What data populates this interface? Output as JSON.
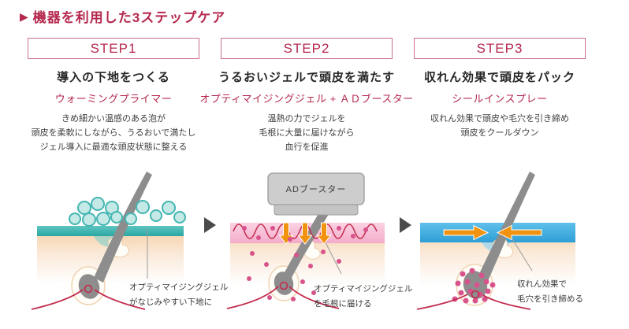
{
  "header": {
    "bullet": "▶",
    "title": "機器を利用した3ステップケア"
  },
  "steps": [
    {
      "badge": "STEP1",
      "title": "導入の下地をつくる",
      "product": "ウォーミングプライマー",
      "description": [
        "きめ細かい温感のある泡が",
        "頭皮を柔軟にしながら、うるおいで満たし",
        "ジェル導入に最適な頭皮状態に整える"
      ],
      "annotation": [
        "オプティマイジングジェル",
        "がなじみやすい下地に"
      ]
    },
    {
      "badge": "STEP2",
      "title": "うるおいジェルで頭皮を満たす",
      "product": "オプティマイジングジェル + ＡＤブースター",
      "description": [
        "温熱の力でジェルを",
        "毛根に大量に届けながら",
        "血行を促進"
      ],
      "device_label": "ADブースター",
      "annotation": [
        "オプティマイジングジェル",
        "を毛根に届ける"
      ]
    },
    {
      "badge": "STEP3",
      "title": "収れん効果で頭皮をパック",
      "product": "シールインスプレー",
      "description": [
        "収れん効果で頭皮や毛穴を引き締め",
        "頭皮をクールダウン"
      ],
      "annotation": [
        "収れん効果で",
        "毛穴を引き締める"
      ]
    }
  ],
  "colors": {
    "accent": "#b5294e",
    "step_border": "#cb7288",
    "teal_band": "#3cb4b0",
    "pink_band": "#f5b9d3",
    "blue_band": "#41aade",
    "orange_arrow": "#f2930f",
    "hair_gray": "#8d8d8d",
    "capillary_red": "#c22b4c",
    "dot_pink": "#d8538b"
  }
}
